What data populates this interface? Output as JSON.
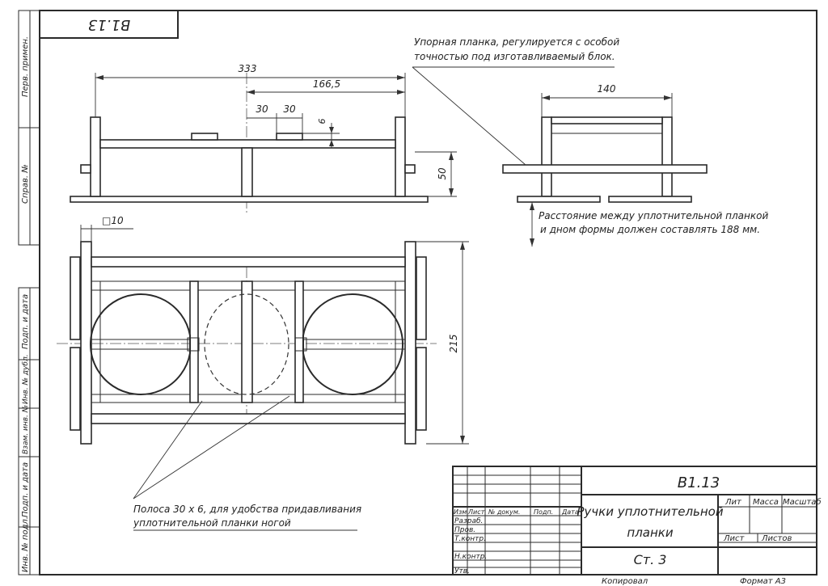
{
  "sheet": {
    "corner_code": "В1.13",
    "side_labels": [
      "Перв. примен.",
      "Справ. №",
      "Подп. и дата",
      "Инв. № дубл.",
      "Взам. инв. №",
      "Подп. и дата",
      "Инв. № подл."
    ]
  },
  "notes": {
    "stop_bar": "Упорная планка, регулируется с особой точностью под изготавливаемый блок.",
    "distance": "Расстояние между уплотнительной планкой и дном формы должен составлять 188 мм.",
    "strip": "Полоса 30 х 6, для удобства придавливания уплотнительной планки ногой"
  },
  "dimensions": {
    "overall": "333",
    "half": "166,5",
    "w1": "30",
    "w2": "30",
    "thick": "6",
    "height": "50",
    "side_width": "140",
    "square": "□10",
    "depth": "215"
  },
  "title_block": {
    "code": "В1.13",
    "title": "Ручки уплотнительной планки",
    "material": "Ст. 3",
    "headers": {
      "lit": "Лит",
      "mass": "Масса",
      "scale": "Масштаб",
      "sheet": "Лист",
      "sheets": "Листов"
    },
    "columns": [
      "Изм",
      "Лист",
      "№ докум.",
      "Подп.",
      "Дата"
    ],
    "rows": [
      "Разраб.",
      "Пров.",
      "Т.контр.",
      "Н.контр.",
      "Утв."
    ],
    "copied": "Копировал",
    "format": "Формат   А3"
  }
}
